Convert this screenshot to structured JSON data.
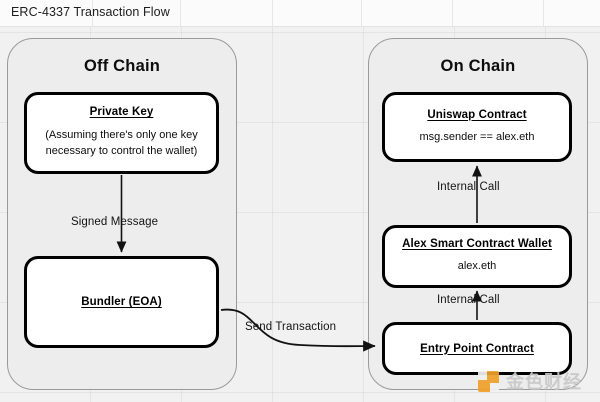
{
  "page": {
    "title": "ERC-4337 Transaction Flow",
    "background_color": "#f1f1f1",
    "title_band_color": "#fbfbfb"
  },
  "lanes": [
    {
      "id": "off-chain",
      "title": "Off Chain",
      "fill": "#ededed",
      "border": "#9a9a9a"
    },
    {
      "id": "on-chain",
      "title": "On Chain",
      "fill": "#ededed",
      "border": "#9a9a9a"
    }
  ],
  "nodes": [
    {
      "id": "private-key",
      "lane": "off-chain",
      "title": "Private Key",
      "subtitle": "(Assuming there's only one key necessary to control the wallet)"
    },
    {
      "id": "bundler",
      "lane": "off-chain",
      "title": "Bundler (EOA)",
      "subtitle": ""
    },
    {
      "id": "uniswap-contract",
      "lane": "on-chain",
      "title": "Uniswap Contract",
      "subtitle": "msg.sender == alex.eth"
    },
    {
      "id": "alex-smart-contract-wallet",
      "lane": "on-chain",
      "title": "Alex Smart Contract Wallet",
      "subtitle": "alex.eth"
    },
    {
      "id": "entry-point-contract",
      "lane": "on-chain",
      "title": "Entry Point Contract",
      "subtitle": ""
    }
  ],
  "edges": [
    {
      "id": "signed-message",
      "label": "Signed Message",
      "from": "private-key",
      "to": "bundler",
      "direction": "down"
    },
    {
      "id": "send-transaction",
      "label": "Send Transaction",
      "from": "bundler",
      "to": "entry-point-contract",
      "direction": "curve-right"
    },
    {
      "id": "internal-call-entrypoint-to-wallet",
      "label": "Internal Call",
      "from": "entry-point-contract",
      "to": "alex-smart-contract-wallet",
      "direction": "up"
    },
    {
      "id": "internal-call-wallet-to-uniswap",
      "label": "Internal Call",
      "from": "alex-smart-contract-wallet",
      "to": "uniswap-contract",
      "direction": "up"
    }
  ],
  "watermark": {
    "text": "金色财经",
    "logo_color": "#f0a02a",
    "text_color": "#c9c9c9"
  }
}
